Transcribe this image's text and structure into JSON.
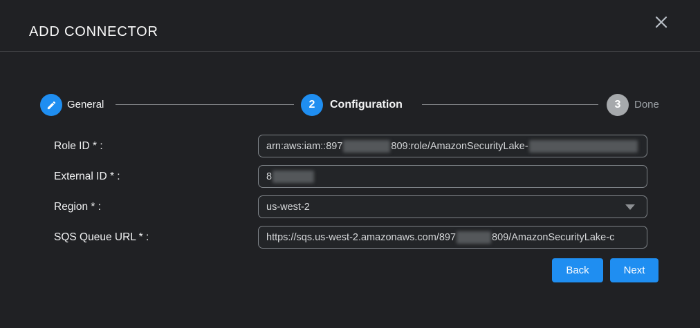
{
  "dialog": {
    "title": "ADD CONNECTOR"
  },
  "colors": {
    "accent_blue": "#1f8ef1",
    "pending_gray": "#a6a9ac",
    "background": "#202124",
    "input_border": "#7f8489"
  },
  "stepper": {
    "steps": [
      {
        "label": "General",
        "icon": "pencil-icon",
        "state": "completed"
      },
      {
        "number": "2",
        "label": "Configuration",
        "state": "active"
      },
      {
        "number": "3",
        "label": "Done",
        "state": "pending"
      }
    ]
  },
  "form": {
    "fields": {
      "role_id": {
        "label": "Role ID * :",
        "value_visible_prefix": "arn:aws:iam::897",
        "value_visible_suffix": "809:role/AmazonSecurityLake-",
        "redacted": true
      },
      "external_id": {
        "label": "External ID * :",
        "value_visible_prefix": "8",
        "redacted": true
      },
      "region": {
        "label": "Region * :",
        "value": "us-west-2"
      },
      "sqs_queue_url": {
        "label": "SQS Queue URL * :",
        "value_visible_prefix": "https://sqs.us-west-2.amazonaws.com/897",
        "value_visible_suffix": "809/AmazonSecurityLake-c",
        "redacted": true
      }
    }
  },
  "footer": {
    "back_label": "Back",
    "next_label": "Next"
  }
}
